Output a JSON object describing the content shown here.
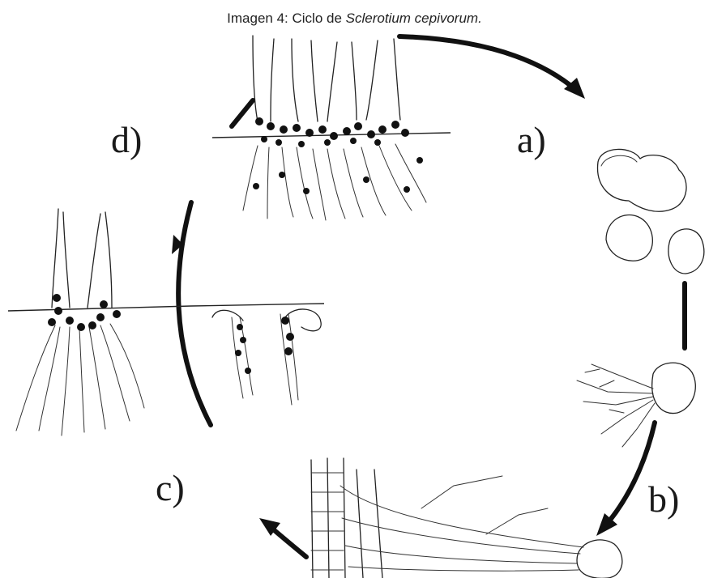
{
  "caption": {
    "prefix": "Imagen 4: Ciclo de ",
    "species": "Sclerotium cepivorum."
  },
  "stages": {
    "a": "a)",
    "b": "b)",
    "c": "c)",
    "d": "d)"
  },
  "colors": {
    "ink": "#222222",
    "arrow": "#111111",
    "background": "#ffffff"
  }
}
